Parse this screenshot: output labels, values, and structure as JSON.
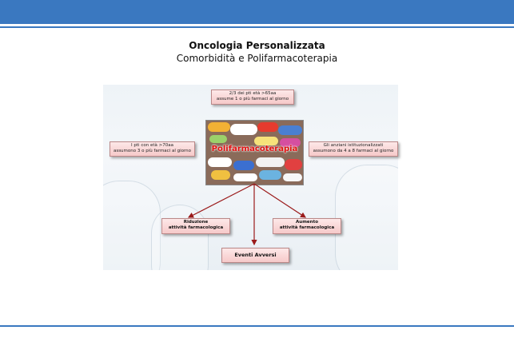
{
  "header": {
    "title": "Oncologia Personalizzata",
    "subtitle": "Comorbidità e Polifarmacoterapia"
  },
  "diagram": {
    "top_box": {
      "line1": "2/3 dei pti età >65aa",
      "line2": "assume 1 o più farmaci al giorno"
    },
    "left_box": {
      "line1": "I pti con età >70aa",
      "line2": "assumono 3 o più farmaci al giorno"
    },
    "right_box": {
      "line1": "Gli anziani istituzionalizzati",
      "line2": "assumono da 4 a 8 farmaci al giorno"
    },
    "center_label": "Polifarmacoterapia",
    "reduction_box": {
      "line1": "Riduzione",
      "line2": "attività farmacologica"
    },
    "increase_box": {
      "line1": "Aumento",
      "line2": "attività farmacologica"
    },
    "adverse_box": {
      "line1": "Eventi Avversi"
    }
  },
  "colors": {
    "header_bar": "#3a78c0",
    "arrow": "#9b1b1b",
    "label": "#e01010"
  }
}
